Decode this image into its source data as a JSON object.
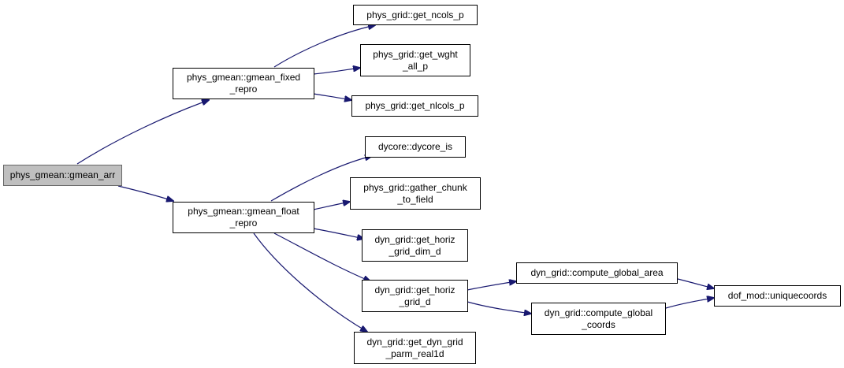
{
  "colors": {
    "edge": "#191970",
    "node_border": "#000000",
    "root_fill": "#bfbfbf",
    "node_fill": "#ffffff"
  },
  "nodes": {
    "gmean_arr": {
      "lines": [
        "phys_gmean::gmean_arr"
      ]
    },
    "gmean_fixed_repro": {
      "lines": [
        "phys_gmean::gmean_fixed",
        "_repro"
      ]
    },
    "gmean_float_repro": {
      "lines": [
        "phys_gmean::gmean_float",
        "_repro"
      ]
    },
    "get_ncols_p": {
      "lines": [
        "phys_grid::get_ncols_p"
      ]
    },
    "get_wght_all_p": {
      "lines": [
        "phys_grid::get_wght",
        "_all_p"
      ]
    },
    "get_nlcols_p": {
      "lines": [
        "phys_grid::get_nlcols_p"
      ]
    },
    "dycore_is": {
      "lines": [
        "dycore::dycore_is"
      ]
    },
    "gather_chunk_to_field": {
      "lines": [
        "phys_grid::gather_chunk",
        "_to_field"
      ]
    },
    "get_horiz_grid_dim_d": {
      "lines": [
        "dyn_grid::get_horiz",
        "_grid_dim_d"
      ]
    },
    "get_horiz_grid_d": {
      "lines": [
        "dyn_grid::get_horiz",
        "_grid_d"
      ]
    },
    "get_dyn_grid_parm_real1d": {
      "lines": [
        "dyn_grid::get_dyn_grid",
        "_parm_real1d"
      ]
    },
    "compute_global_area": {
      "lines": [
        "dyn_grid::compute_global_area"
      ]
    },
    "compute_global_coords": {
      "lines": [
        "dyn_grid::compute_global",
        "_coords"
      ]
    },
    "uniquecoords": {
      "lines": [
        "dof_mod::uniquecoords"
      ]
    }
  },
  "edges": [
    [
      "gmean_arr",
      "gmean_fixed_repro"
    ],
    [
      "gmean_arr",
      "gmean_float_repro"
    ],
    [
      "gmean_fixed_repro",
      "get_ncols_p"
    ],
    [
      "gmean_fixed_repro",
      "get_wght_all_p"
    ],
    [
      "gmean_fixed_repro",
      "get_nlcols_p"
    ],
    [
      "gmean_float_repro",
      "dycore_is"
    ],
    [
      "gmean_float_repro",
      "gather_chunk_to_field"
    ],
    [
      "gmean_float_repro",
      "get_horiz_grid_dim_d"
    ],
    [
      "gmean_float_repro",
      "get_horiz_grid_d"
    ],
    [
      "gmean_float_repro",
      "get_dyn_grid_parm_real1d"
    ],
    [
      "get_horiz_grid_d",
      "compute_global_area"
    ],
    [
      "get_horiz_grid_d",
      "compute_global_coords"
    ],
    [
      "compute_global_area",
      "uniquecoords"
    ],
    [
      "compute_global_coords",
      "uniquecoords"
    ]
  ]
}
